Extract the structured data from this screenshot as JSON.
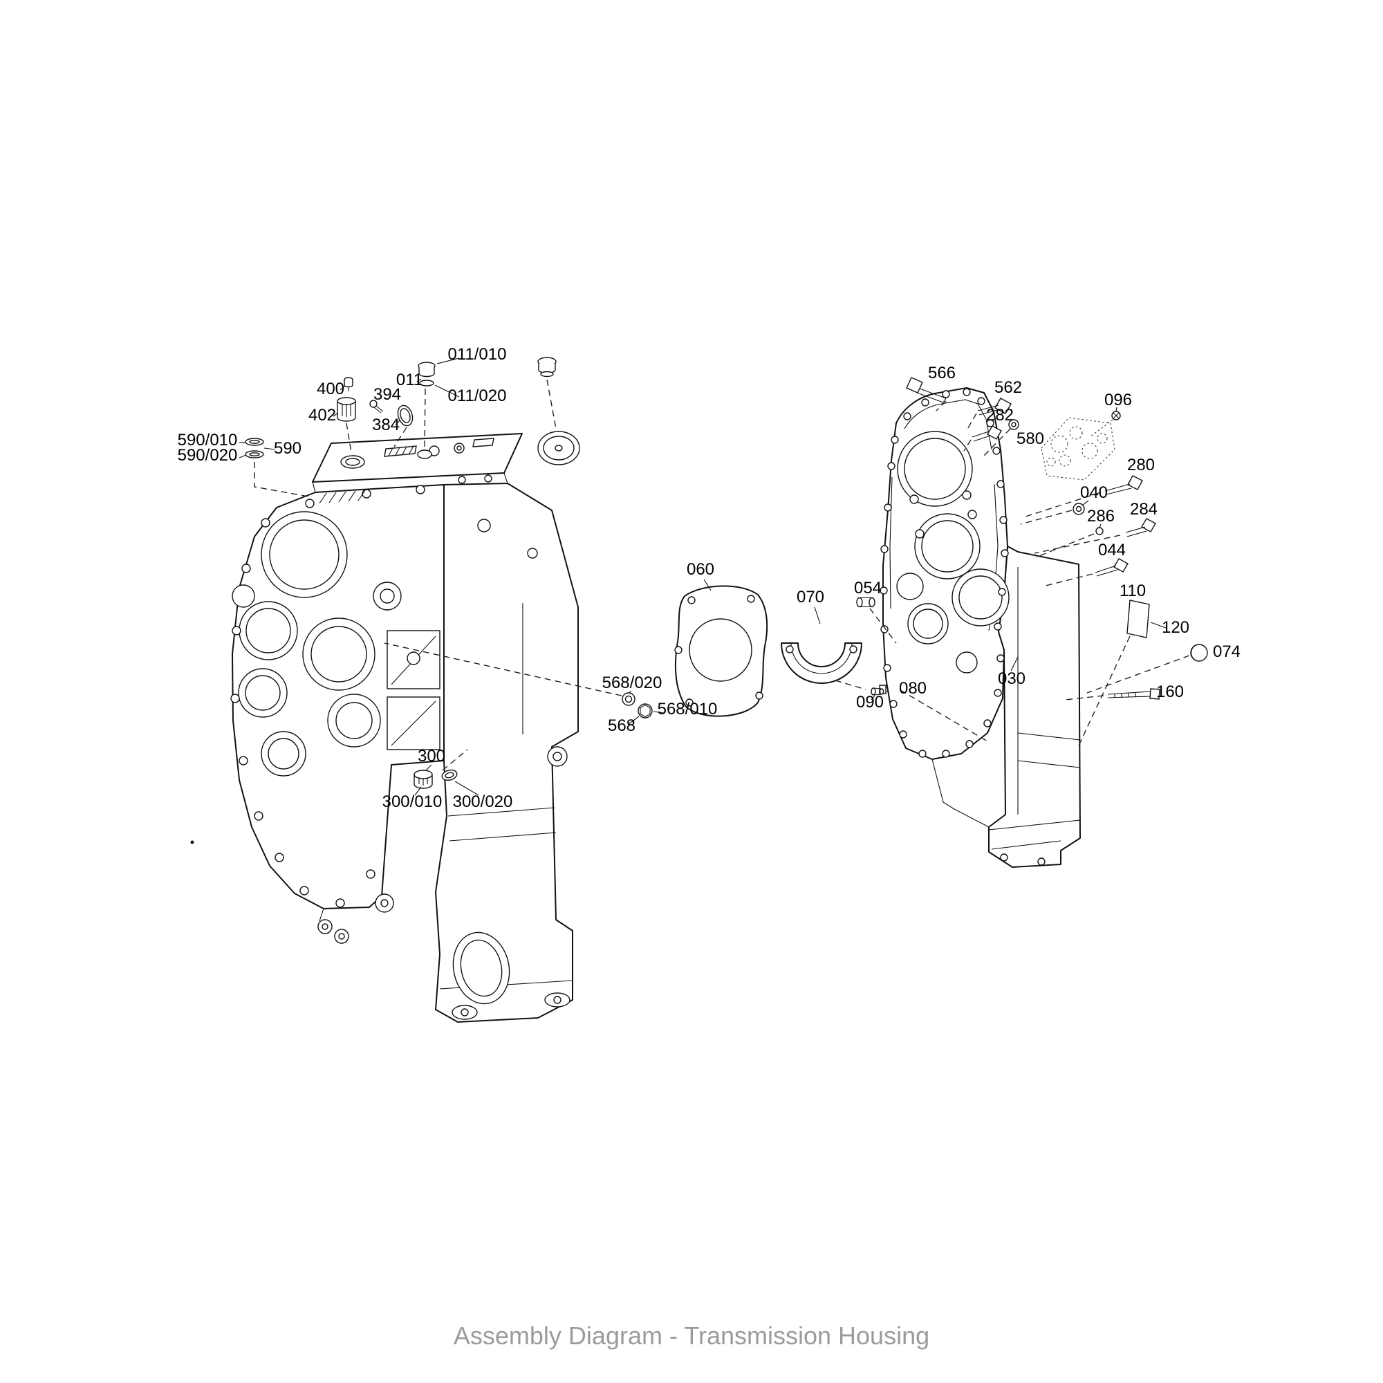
{
  "title": "Assembly Diagram - Transmission Housing",
  "colors": {
    "line": "#111111",
    "title_text": "#9B9B9B",
    "background": "#FFFFFF"
  },
  "labels": {
    "p011_010": "011/010",
    "p011": "011",
    "p011_020": "011/020",
    "p400": "400",
    "p394": "394",
    "p402": "402",
    "p384": "384",
    "p590_010": "590/010",
    "p590_020": "590/020",
    "p590": "590",
    "p568_020": "568/020",
    "p568_010": "568/010",
    "p568": "568",
    "p300": "300",
    "p300_010": "300/010",
    "p300_020": "300/020",
    "p060": "060",
    "p070": "070",
    "p054": "054",
    "p080": "080",
    "p090": "090",
    "p566": "566",
    "p562": "562",
    "p282": "282",
    "p580": "580",
    "p096": "096",
    "p280": "280",
    "p040": "040",
    "p284": "284",
    "p286": "286",
    "p044": "044",
    "p110": "110",
    "p120": "120",
    "p074": "074",
    "p030": "030",
    "p160": "160"
  }
}
